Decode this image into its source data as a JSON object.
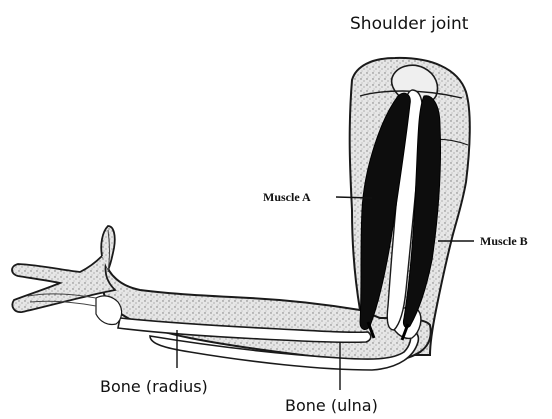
{
  "labels": {
    "shoulder_joint": "Shoulder joint",
    "muscle_a": "Muscle A",
    "muscle_b": "Muscle B",
    "bone_radius": "Bone (radius)",
    "bone_ulna": "Bone (ulna)"
  },
  "colors": {
    "skin_fill": "#d9d9d9",
    "outline": "#1a1a1a",
    "muscle": "#0d0d0d",
    "bone": "#ffffff"
  }
}
